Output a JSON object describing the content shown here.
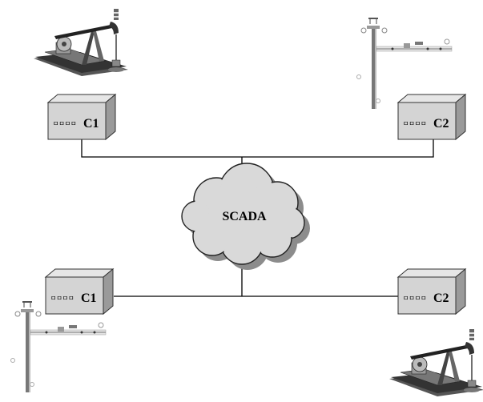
{
  "cloud": {
    "label": "SCADA"
  },
  "controllers": [
    {
      "id": "top-left",
      "indicator": "ㅁㅁㅁㅁ",
      "label": "C1"
    },
    {
      "id": "top-right",
      "indicator": "ㅁㅁㅁㅁ",
      "label": "C2"
    },
    {
      "id": "bottom-left",
      "indicator": "ㅁㅁㅁㅁ",
      "label": "C1"
    },
    {
      "id": "bottom-right",
      "indicator": "ㅁㅁㅁㅁ",
      "label": "C2"
    }
  ],
  "colors": {
    "cloud_fill": "#d9d9d9",
    "cloud_shadow": "#8c8c8c",
    "box_front": "#d4d4d4",
    "box_top": "#e6e6e6",
    "box_side": "#9a9a9a",
    "line": "#000000"
  },
  "icons": [
    "pumpjack-icon",
    "wellhead-icon"
  ]
}
